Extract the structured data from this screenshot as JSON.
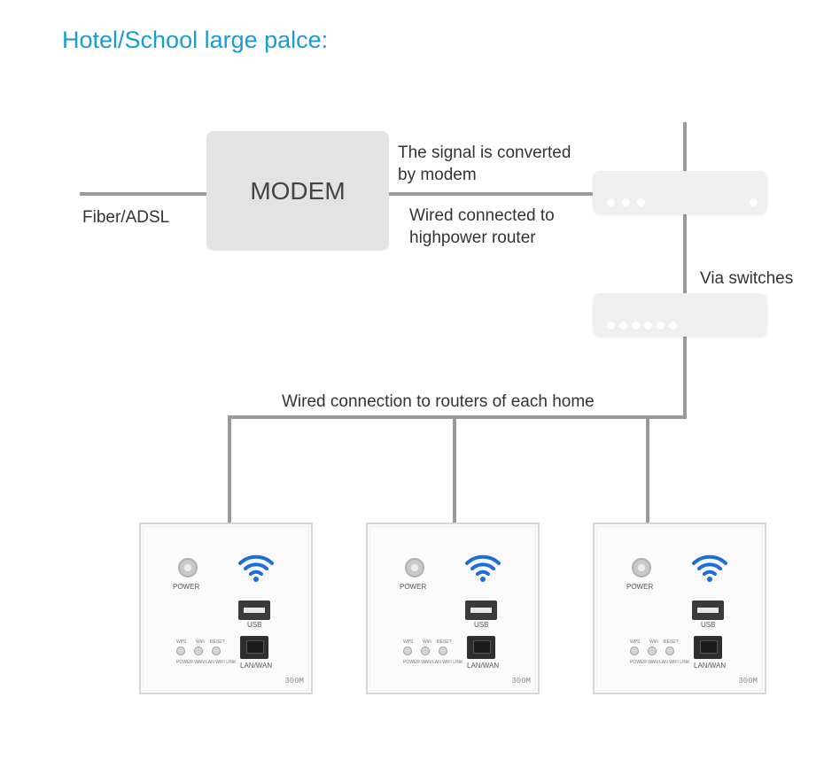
{
  "heading": "Hotel/School  large palce:",
  "modem_label": "MODEM",
  "labels": {
    "fiber": "Fiber/ADSL",
    "signal_line1": "The signal is converted",
    "signal_line2": "by modem",
    "wired_line1": "Wired connected to",
    "wired_line2": "highpower router",
    "switches": "Via switches",
    "each_home": "Wired connection to routers of each home"
  },
  "panel": {
    "power": "POWER",
    "usb": "USB",
    "lanwan": "LAN/WAN",
    "wps": "WPS",
    "wifi": "WiFi",
    "reset": "RESET",
    "leds": "POWER WAN LAN WIFI LINK",
    "speed": "300M"
  },
  "colors": {
    "heading": "#1a9bd7",
    "wifi_icon": "#1d6fd6",
    "line": "#9a9a9a"
  }
}
